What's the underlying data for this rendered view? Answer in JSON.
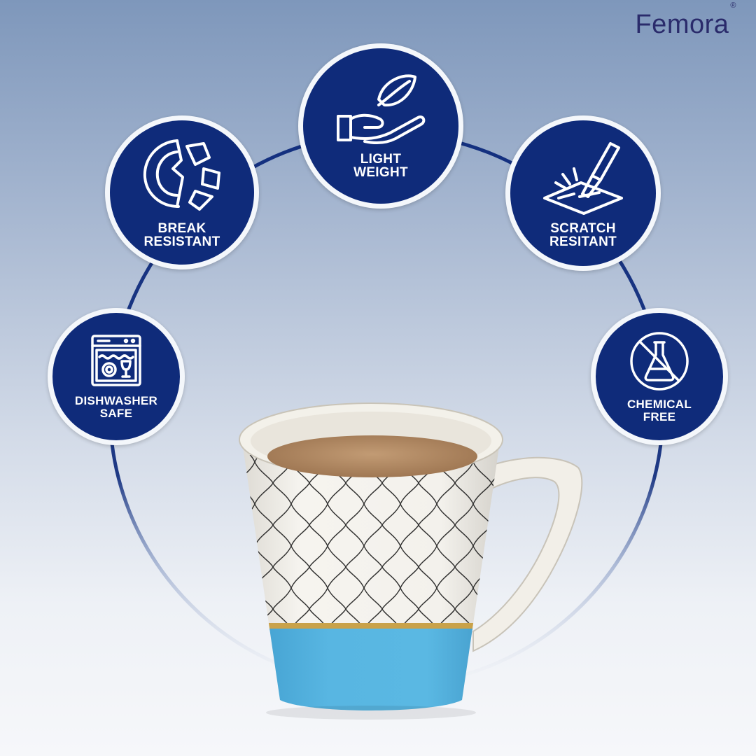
{
  "brand": {
    "name": "Femora",
    "mark": "®"
  },
  "features": [
    {
      "id": "light-weight",
      "line1": "LIGHT",
      "line2": "WEIGHT",
      "icon": "leaf-hand-icon"
    },
    {
      "id": "break-resistant",
      "line1": "BREAK",
      "line2": "RESISTANT",
      "icon": "broken-plate-icon"
    },
    {
      "id": "scratch-resistant",
      "line1": "SCRATCH",
      "line2": "RESITANT",
      "icon": "knife-scratch-icon"
    },
    {
      "id": "dishwasher-safe",
      "line1": "DISHWASHER",
      "line2": "SAFE",
      "icon": "dishwasher-icon"
    },
    {
      "id": "chemical-free",
      "line1": "CHEMICAL",
      "line2": "FREE",
      "icon": "no-flask-icon"
    }
  ],
  "colors": {
    "badge_fill": "#0f2b7a",
    "ring_line": "#14307f",
    "brand_text": "#2a2b6b",
    "mug_band": "#4fb0dc",
    "coffee": "#b38a63"
  }
}
